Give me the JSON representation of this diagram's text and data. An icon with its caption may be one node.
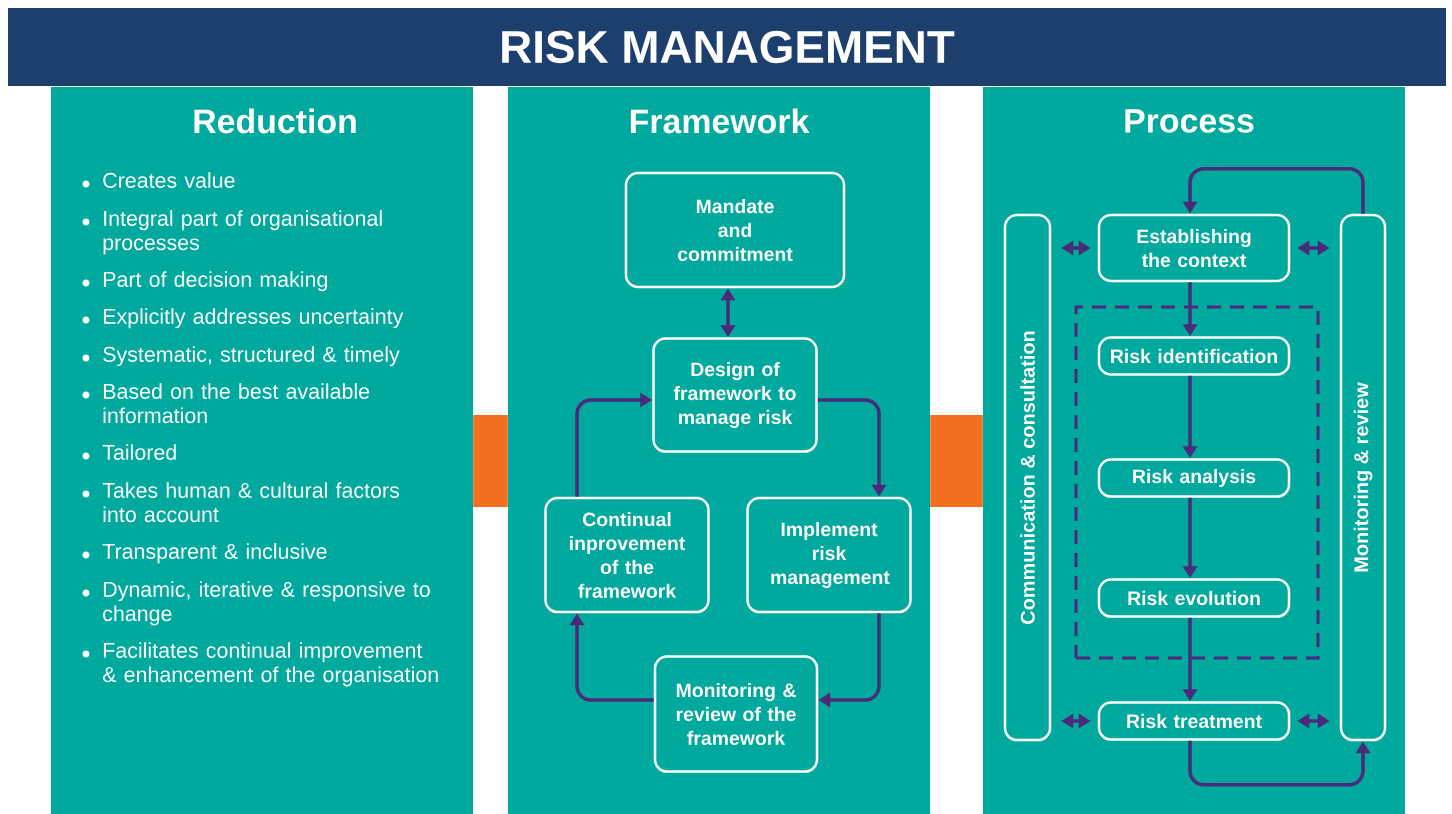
{
  "diagram": {
    "title": "RISK MANAGEMENT",
    "nodes": [
      {
        "text": [
          "Reduction",
          "Creates value",
          "Integral part of organisational processes",
          "Part of decision making",
          "Explicitly addresses uncertainty",
          "Systematic, structured & timely",
          "Based on the best available information",
          "Tailored",
          "Takes human & cultural factors into account",
          "Transparent & inclusive",
          "Dynamic, iterative & responsive to change",
          "Facilitates continual improvement & enhancement of the organisation"
        ]
      },
      {
        "text": [
          "Framework"
        ]
      },
      {
        "text": [
          "Process"
        ]
      },
      {
        "text": [
          "Mandate and commitment"
        ],
        "in": 1
      },
      {
        "text": [
          "Design of framework to manage risk"
        ],
        "in": 1
      },
      {
        "text": [
          "Implement risk management"
        ],
        "in": 1
      },
      {
        "text": [
          "Monitoring & review of the framework"
        ],
        "in": 1
      },
      {
        "text": [
          "Continual inprovement of the framework"
        ],
        "in": 1
      },
      {
        "text": [
          "Communication & consultation"
        ],
        "in": 2
      },
      {
        "text": [
          "Establishing the context"
        ],
        "in": 2
      },
      {
        "text": [],
        "shape": "box",
        "in": 2
      },
      {
        "text": [
          "Risk identification"
        ],
        "in": 10
      },
      {
        "text": [
          "Risk analysis"
        ],
        "in": 10
      },
      {
        "text": [
          "Risk evolution"
        ],
        "in": 10
      },
      {
        "text": [
          "Risk treatment"
        ],
        "in": 2
      },
      {
        "text": [
          "Monitoring & review"
        ],
        "in": 2
      }
    ],
    "edges": [
      {
        "from": 0,
        "to": 1,
        "arrow": "none",
        "style": "thick",
        "color": "#f37021"
      },
      {
        "from": 1,
        "to": 2,
        "arrow": "none",
        "style": "thick",
        "color": "#f37021"
      },
      {
        "from": 3,
        "to": 4,
        "arrow": "both"
      },
      {
        "from": 4,
        "to": 5,
        "arrow": "to"
      },
      {
        "from": 5,
        "to": 6,
        "arrow": "to"
      },
      {
        "from": 6,
        "to": 7,
        "arrow": "to"
      },
      {
        "from": 7,
        "to": 4,
        "arrow": "to"
      },
      {
        "from": 8,
        "to": 9,
        "arrow": "both"
      },
      {
        "from": 9,
        "to": 15,
        "arrow": "both"
      },
      {
        "from": 15,
        "to": 9,
        "arrow": "to"
      },
      {
        "from": 9,
        "to": 11,
        "arrow": "to"
      },
      {
        "from": 11,
        "to": 12,
        "arrow": "to"
      },
      {
        "from": 12,
        "to": 13,
        "arrow": "to"
      },
      {
        "from": 13,
        "to": 14,
        "arrow": "to"
      },
      {
        "from": 8,
        "to": 14,
        "arrow": "both"
      },
      {
        "from": 14,
        "to": 15,
        "arrow": "both"
      },
      {
        "from": 14,
        "to": 15,
        "arrow": "to"
      }
    ]
  }
}
